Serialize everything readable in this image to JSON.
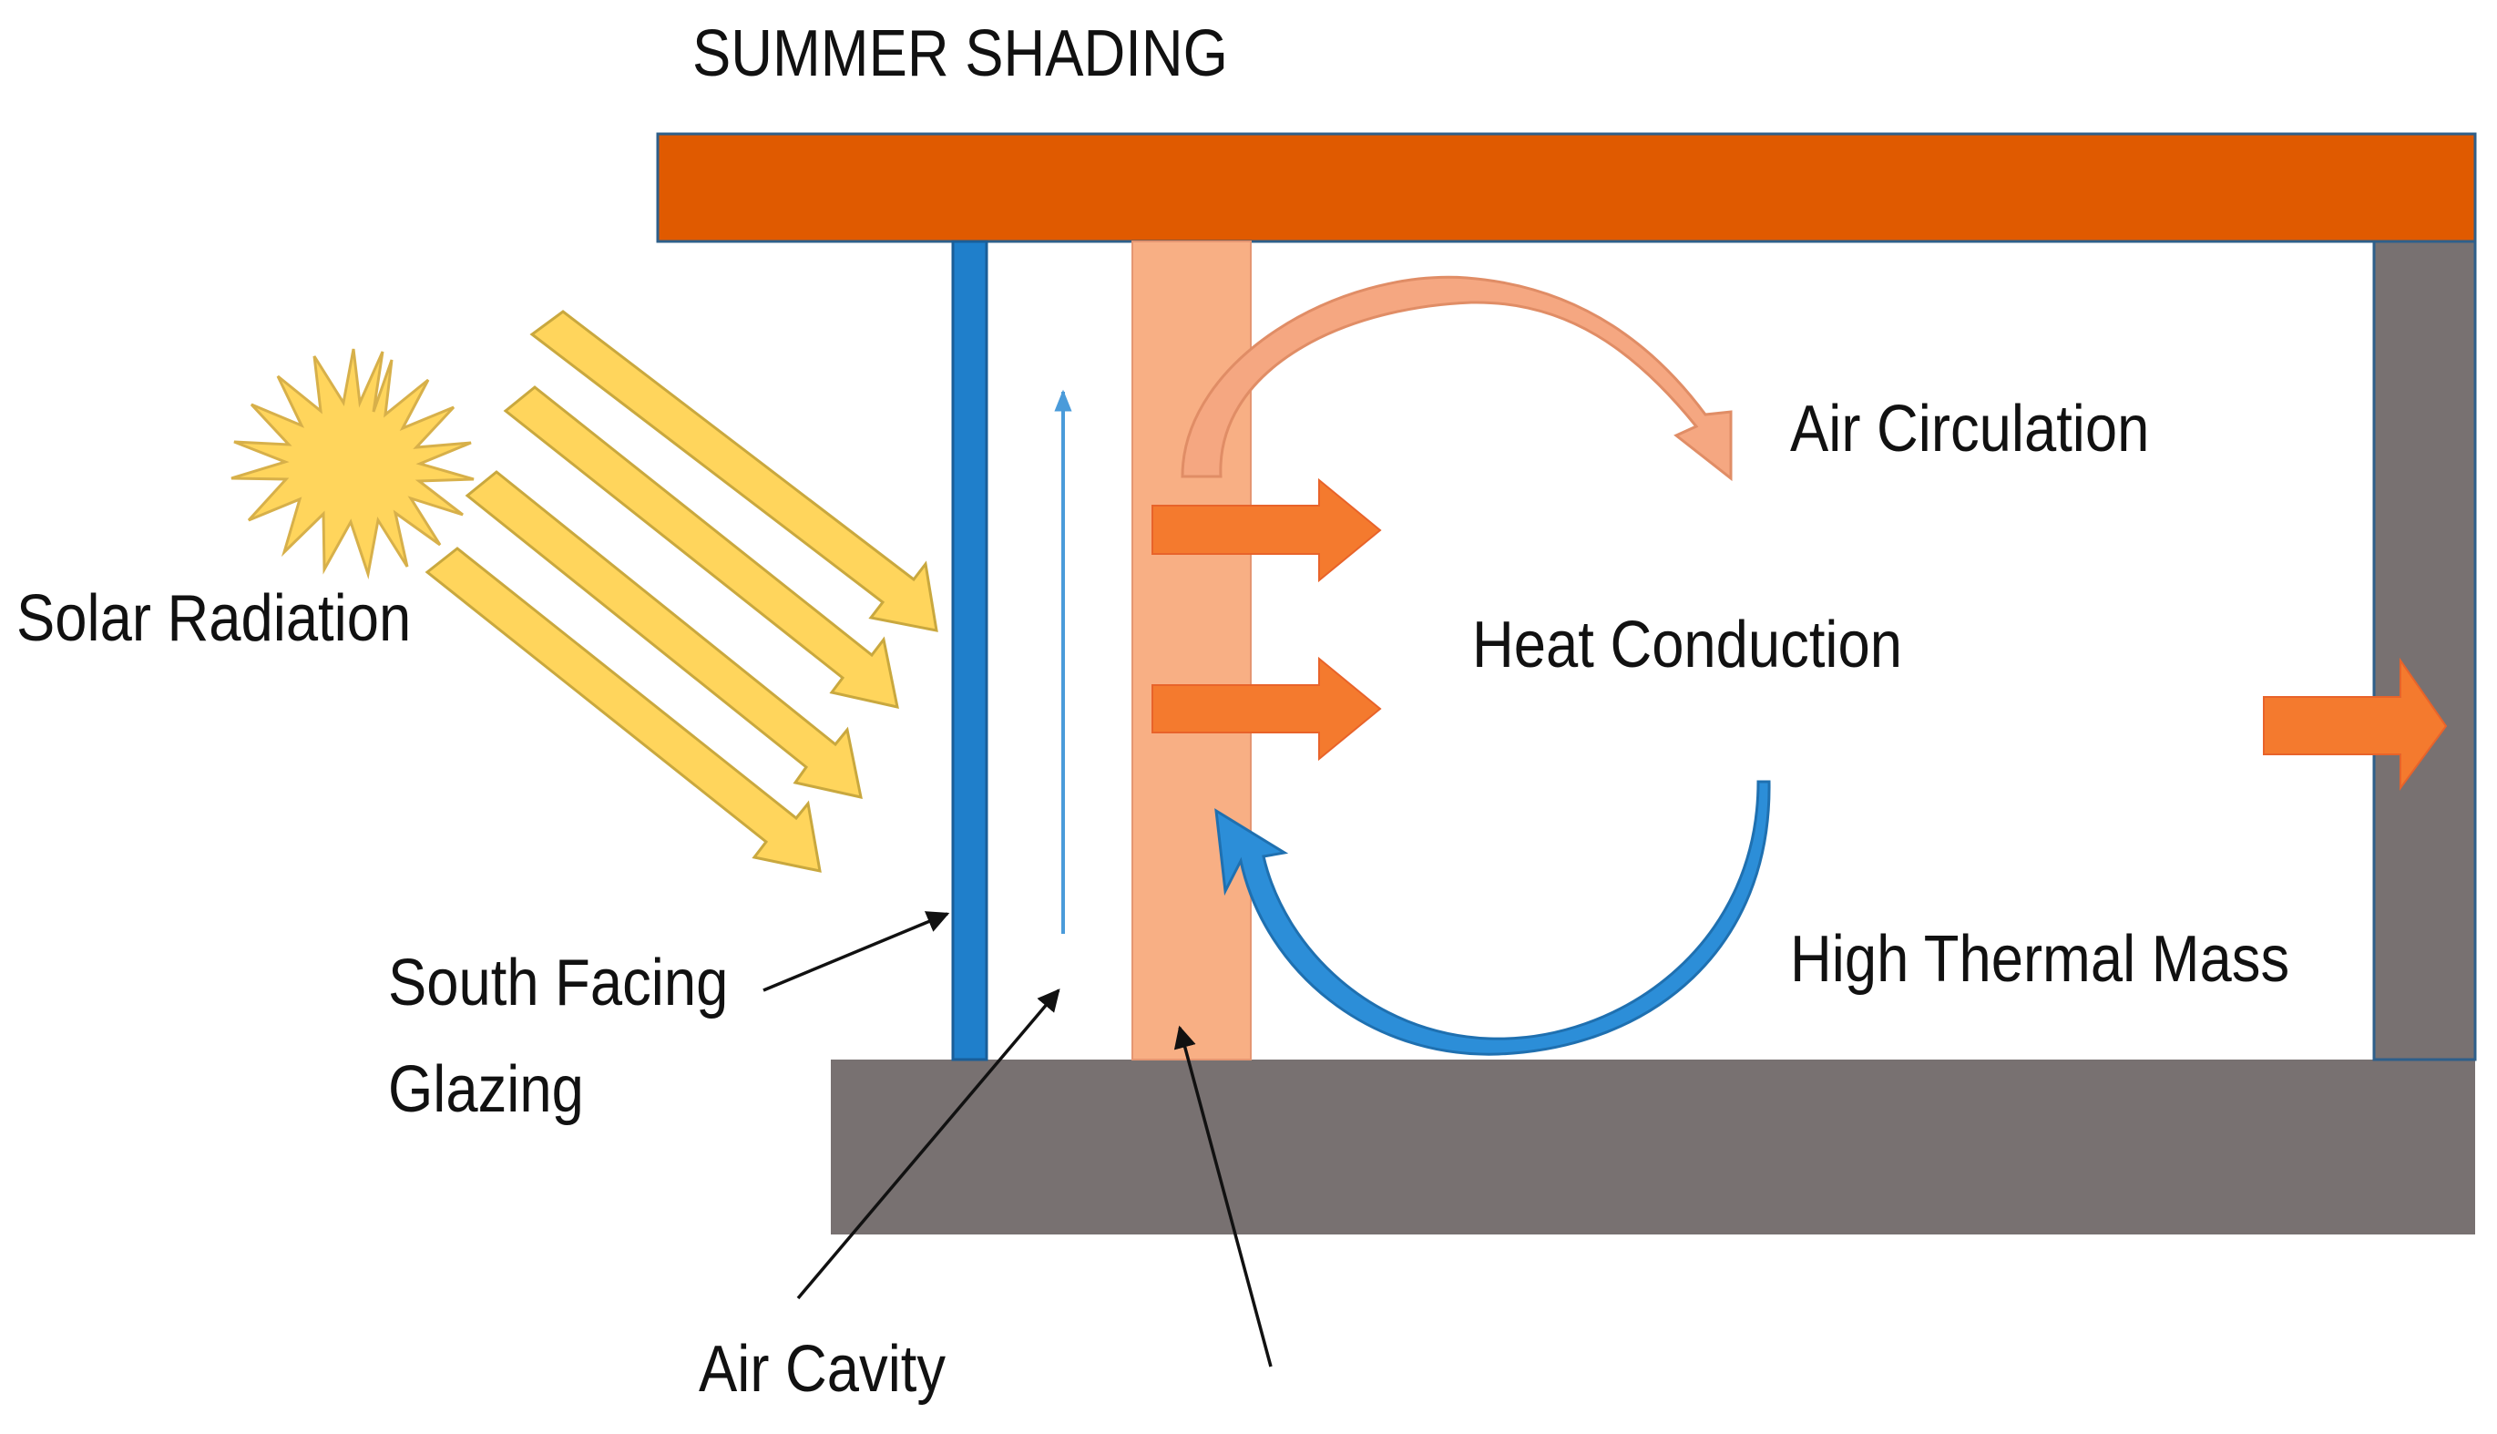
{
  "diagram": {
    "labels": {
      "summer_shading": "SUMMER SHADING",
      "solar_radiation": "Solar Radiation",
      "air_circulation": "Air Circulation",
      "heat_conduction": "Heat Conduction",
      "high_thermal_mass": "High Thermal Mass",
      "south_facing_line1": "South Facing",
      "south_facing_line2": "Glazing",
      "air_cavity": "Air Cavity"
    },
    "colors": {
      "roof": "#E05A00",
      "glazing": "#1F7FCB",
      "thermal_wall": "#F8AF84",
      "rear_wall": "#787171",
      "floor": "#787171",
      "sun": "#FFD55C",
      "sun_outline": "#D7B04A",
      "ray_fill": "#FFD55C",
      "ray_outline": "#C9A83E",
      "heat_arrow": "#F47A2E",
      "circulation_arrow": "#F5A781",
      "cooling_arrow": "#2C8ED8",
      "cavity_arrow": "#4A9BDA",
      "pointer_line": "#111111"
    },
    "icons": {
      "sun": "sun-icon",
      "solar_ray": "solar-ray-arrow",
      "heat_arrow": "heat-arrow-icon",
      "air_circulation": "curved-arrow-icon",
      "pointer": "pointer-arrow"
    }
  }
}
